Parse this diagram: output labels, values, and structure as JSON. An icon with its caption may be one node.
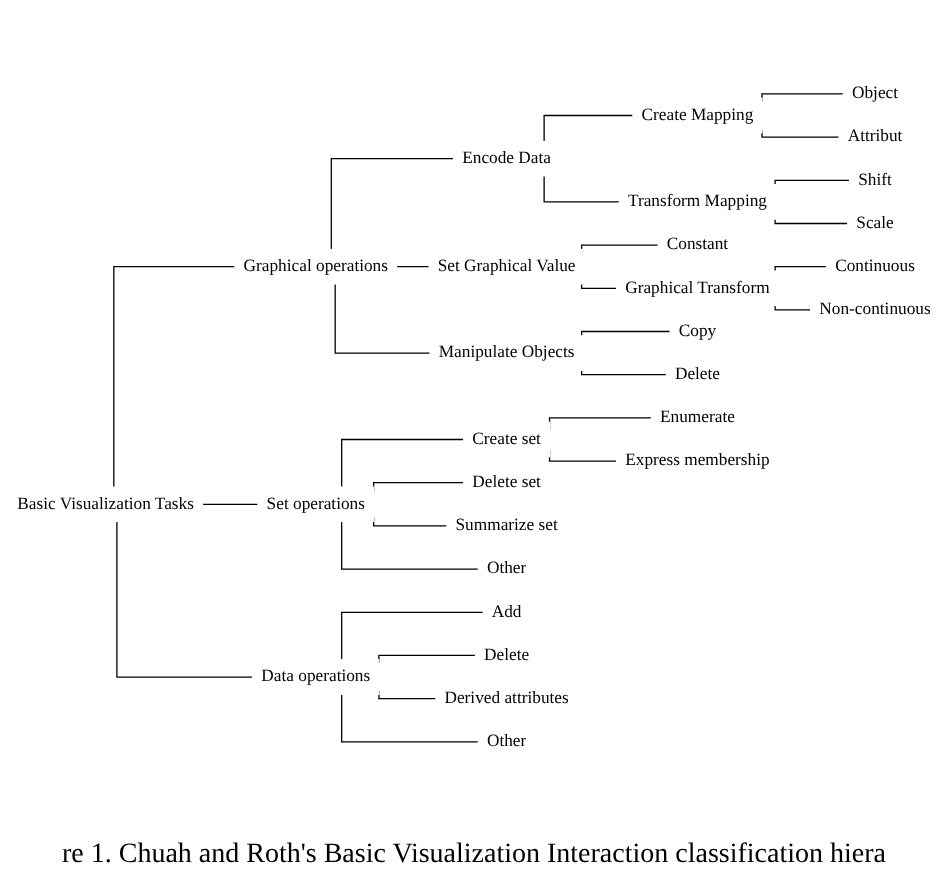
{
  "diagram": {
    "caption": "re 1. Chuah and Roth's Basic Visualization Interaction classification hiera",
    "nodes": [
      {
        "text": [
          "Basic Visualization Tasks"
        ]
      },
      {
        "text": [
          "Graphical operations"
        ]
      },
      {
        "text": [
          "Encode Data"
        ]
      },
      {
        "text": [
          "Create Mapping"
        ]
      },
      {
        "text": [
          "Object"
        ]
      },
      {
        "text": [
          "Attribut"
        ]
      },
      {
        "text": [
          "Transform Mapping"
        ]
      },
      {
        "text": [
          "Shift"
        ]
      },
      {
        "text": [
          "Scale"
        ]
      },
      {
        "text": [
          "Set Graphical Value"
        ]
      },
      {
        "text": [
          "Constant"
        ]
      },
      {
        "text": [
          "Graphical Transform"
        ]
      },
      {
        "text": [
          "Continuous"
        ]
      },
      {
        "text": [
          "Non-continuous"
        ]
      },
      {
        "text": [
          "Manipulate Objects"
        ]
      },
      {
        "text": [
          "Copy"
        ]
      },
      {
        "text": [
          "Delete"
        ]
      },
      {
        "text": [
          "Set operations"
        ]
      },
      {
        "text": [
          "Create set"
        ]
      },
      {
        "text": [
          "Enumerate"
        ]
      },
      {
        "text": [
          "Express membership"
        ]
      },
      {
        "text": [
          "Delete set"
        ]
      },
      {
        "text": [
          "Summarize set"
        ]
      },
      {
        "text": [
          "Other"
        ]
      },
      {
        "text": [
          "Data operations"
        ]
      },
      {
        "text": [
          "Add"
        ]
      },
      {
        "text": [
          "Delete"
        ]
      },
      {
        "text": [
          "Derived attributes"
        ]
      },
      {
        "text": [
          "Other"
        ]
      }
    ],
    "edges": [
      {
        "from": 0,
        "to": 1,
        "arrow": "none"
      },
      {
        "from": 1,
        "to": 2,
        "arrow": "none"
      },
      {
        "from": 2,
        "to": 3,
        "arrow": "none"
      },
      {
        "from": 3,
        "to": 4,
        "arrow": "none"
      },
      {
        "from": 3,
        "to": 5,
        "arrow": "none"
      },
      {
        "from": 2,
        "to": 6,
        "arrow": "none"
      },
      {
        "from": 6,
        "to": 7,
        "arrow": "none"
      },
      {
        "from": 6,
        "to": 8,
        "arrow": "none"
      },
      {
        "from": 1,
        "to": 9,
        "arrow": "none"
      },
      {
        "from": 9,
        "to": 10,
        "arrow": "none"
      },
      {
        "from": 9,
        "to": 11,
        "arrow": "none"
      },
      {
        "from": 11,
        "to": 12,
        "arrow": "none"
      },
      {
        "from": 11,
        "to": 13,
        "arrow": "none"
      },
      {
        "from": 1,
        "to": 14,
        "arrow": "none"
      },
      {
        "from": 14,
        "to": 15,
        "arrow": "none"
      },
      {
        "from": 14,
        "to": 16,
        "arrow": "none"
      },
      {
        "from": 0,
        "to": 17,
        "arrow": "none"
      },
      {
        "from": 17,
        "to": 18,
        "arrow": "none"
      },
      {
        "from": 18,
        "to": 19,
        "arrow": "none"
      },
      {
        "from": 18,
        "to": 20,
        "arrow": "none"
      },
      {
        "from": 17,
        "to": 21,
        "arrow": "none"
      },
      {
        "from": 17,
        "to": 22,
        "arrow": "none"
      },
      {
        "from": 17,
        "to": 23,
        "arrow": "none"
      },
      {
        "from": 0,
        "to": 24,
        "arrow": "none"
      },
      {
        "from": 24,
        "to": 25,
        "arrow": "none"
      },
      {
        "from": 24,
        "to": 26,
        "arrow": "none"
      },
      {
        "from": 24,
        "to": 27,
        "arrow": "none"
      },
      {
        "from": 24,
        "to": 28,
        "arrow": "none"
      }
    ]
  }
}
